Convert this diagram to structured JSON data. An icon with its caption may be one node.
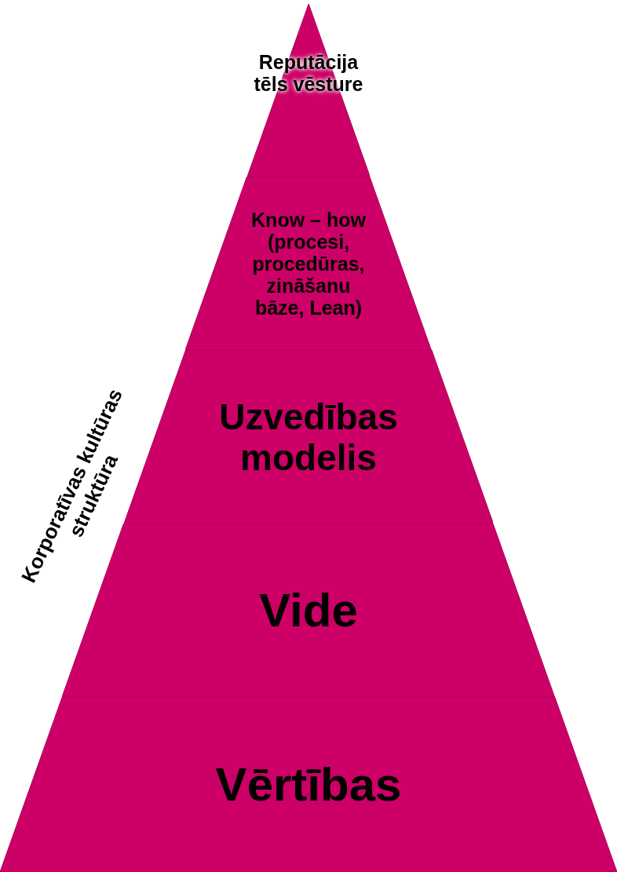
{
  "diagram": {
    "nodes": [
      {
        "text": [
          "Reputācija tēls vēsture"
        ]
      },
      {
        "text": [
          "Know – how (procesi, procedūras, zināšanu bāze, Lean)"
        ]
      },
      {
        "text": [
          "Uzvedības modelis"
        ]
      },
      {
        "text": [
          "Vide"
        ]
      },
      {
        "text": [
          "Vērtības"
        ]
      }
    ],
    "labels": [
      "Korporatīvas kultūras struktūra"
    ]
  }
}
